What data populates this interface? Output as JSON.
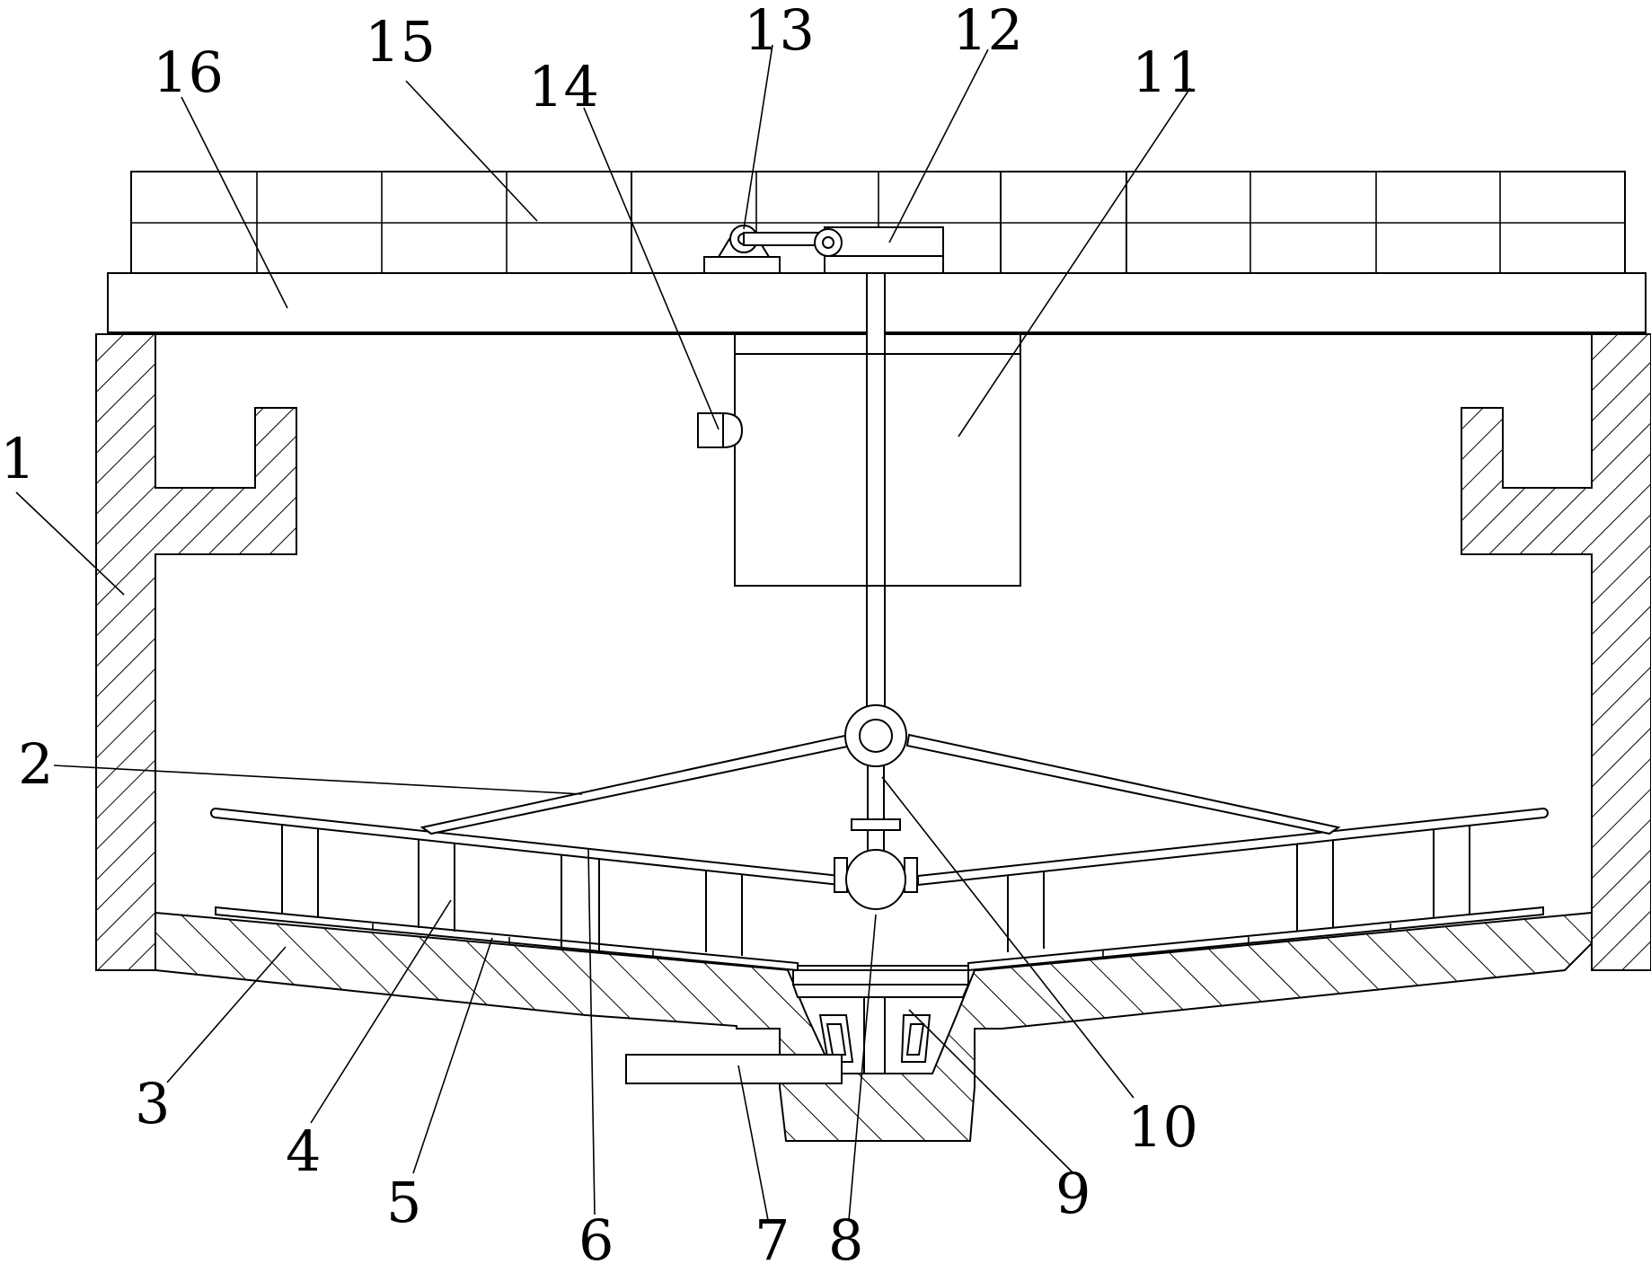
{
  "callouts": [
    {
      "id": "1",
      "text": "1"
    },
    {
      "id": "2",
      "text": "2"
    },
    {
      "id": "3",
      "text": "3"
    },
    {
      "id": "4",
      "text": "4"
    },
    {
      "id": "5",
      "text": "5"
    },
    {
      "id": "6",
      "text": "6"
    },
    {
      "id": "7",
      "text": "7"
    },
    {
      "id": "8",
      "text": "8"
    },
    {
      "id": "9",
      "text": "9"
    },
    {
      "id": "10",
      "text": "10"
    },
    {
      "id": "11",
      "text": "11"
    },
    {
      "id": "12",
      "text": "12"
    },
    {
      "id": "13",
      "text": "13"
    },
    {
      "id": "14",
      "text": "14"
    },
    {
      "id": "15",
      "text": "15"
    },
    {
      "id": "16",
      "text": "16"
    }
  ],
  "colors": {
    "line": "#000000",
    "background": "#ffffff"
  }
}
